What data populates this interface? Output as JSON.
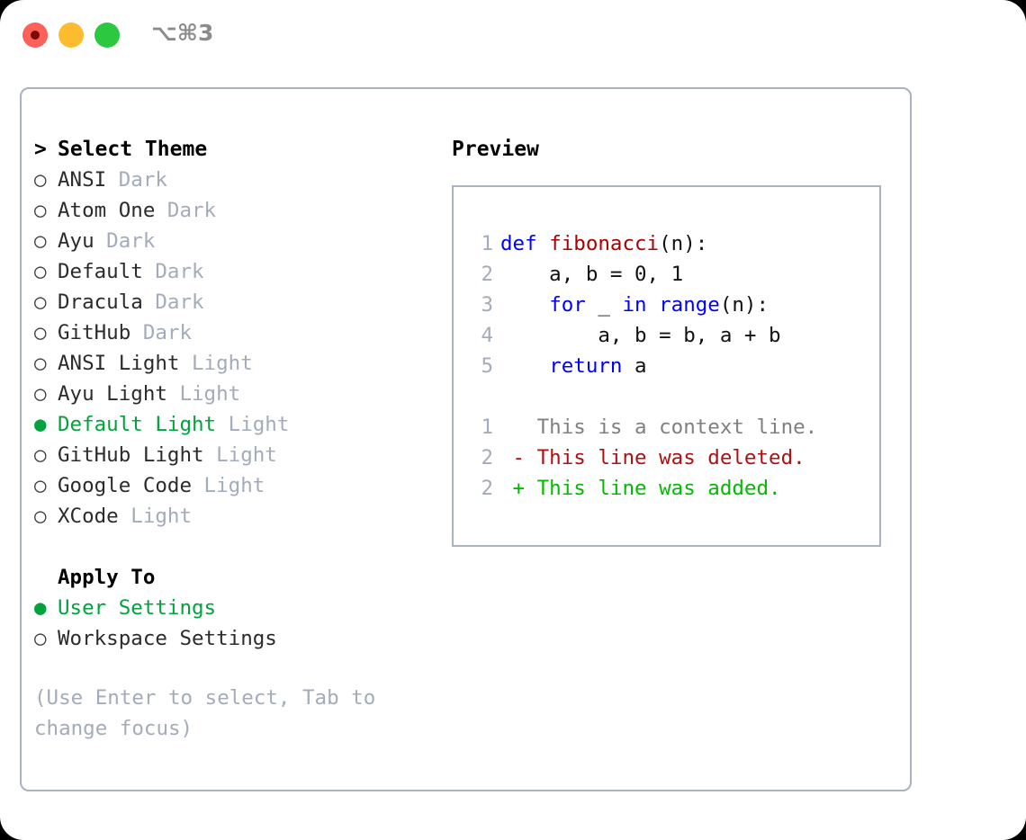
{
  "titlebar": {
    "shortcut": "⌥⌘3",
    "buttons": [
      {
        "name": "close",
        "color": "#fc6058"
      },
      {
        "name": "minimize",
        "color": "#fdbc2f"
      },
      {
        "name": "maximize",
        "color": "#2bc840"
      }
    ]
  },
  "theme_picker": {
    "heading": "Select Theme",
    "heading_prefix": "> ",
    "marker_unselected": "○",
    "marker_selected": "●",
    "items": [
      {
        "label": "ANSI",
        "tag": "Dark",
        "selected": false
      },
      {
        "label": "Atom One",
        "tag": "Dark",
        "selected": false
      },
      {
        "label": "Ayu",
        "tag": "Dark",
        "selected": false
      },
      {
        "label": "Default",
        "tag": "Dark",
        "selected": false
      },
      {
        "label": "Dracula",
        "tag": "Dark",
        "selected": false
      },
      {
        "label": "GitHub",
        "tag": "Dark",
        "selected": false
      },
      {
        "label": "ANSI Light",
        "tag": "Light",
        "selected": false
      },
      {
        "label": "Ayu Light",
        "tag": "Light",
        "selected": false
      },
      {
        "label": "Default Light",
        "tag": "Light",
        "selected": true
      },
      {
        "label": "GitHub Light",
        "tag": "Light",
        "selected": false
      },
      {
        "label": "Google Code",
        "tag": "Light",
        "selected": false
      },
      {
        "label": "XCode",
        "tag": "Light",
        "selected": false
      }
    ]
  },
  "apply_to": {
    "heading": "Apply To",
    "items": [
      {
        "label": "User Settings",
        "selected": true
      },
      {
        "label": "Workspace Settings",
        "selected": false
      }
    ]
  },
  "hint": "(Use Enter to select, Tab to change focus)",
  "preview": {
    "title": "Preview",
    "code_lines": [
      {
        "num": "1",
        "parts": [
          {
            "t": "def ",
            "c": "kw"
          },
          {
            "t": "fibonacci",
            "c": "fn"
          },
          {
            "t": "(n):",
            "c": "pln"
          }
        ]
      },
      {
        "num": "2",
        "parts": [
          {
            "t": "    a, b = 0, 1",
            "c": "pln"
          }
        ]
      },
      {
        "num": "3",
        "parts": [
          {
            "t": "    ",
            "c": "pln"
          },
          {
            "t": "for",
            "c": "kw"
          },
          {
            "t": " _ ",
            "c": "pln"
          },
          {
            "t": "in",
            "c": "kw"
          },
          {
            "t": " ",
            "c": "pln"
          },
          {
            "t": "range",
            "c": "kw"
          },
          {
            "t": "(n):",
            "c": "pln"
          }
        ]
      },
      {
        "num": "4",
        "parts": [
          {
            "t": "        a, b = b, a + b",
            "c": "pln"
          }
        ]
      },
      {
        "num": "5",
        "parts": [
          {
            "t": "    ",
            "c": "pln"
          },
          {
            "t": "return",
            "c": "kw"
          },
          {
            "t": " a",
            "c": "pln"
          }
        ]
      }
    ],
    "diff_lines": [
      {
        "num": "1",
        "sign": " ",
        "text": " This is a context line.",
        "c": "ctx"
      },
      {
        "num": "2",
        "sign": "-",
        "text": " This line was deleted.",
        "c": "del"
      },
      {
        "num": "2",
        "sign": "+",
        "text": " This line was added.",
        "c": "add"
      }
    ]
  },
  "colors": {
    "accent_green": "#00a33c",
    "muted": "#a3acbb",
    "border": "#a8b2c0",
    "keyword_blue": "#0000ff",
    "function_red": "#aa0000",
    "diff_deleted": "#b01010",
    "diff_added": "#00bb00"
  }
}
